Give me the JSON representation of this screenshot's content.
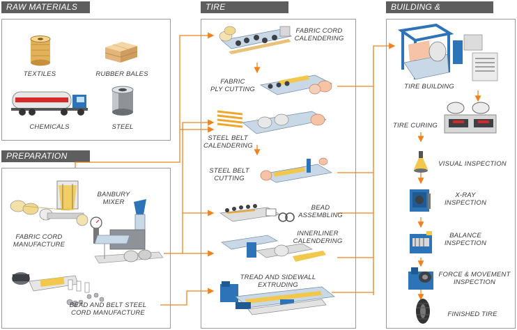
{
  "colors": {
    "accent": "#f0821e",
    "tab_bg": "#5e5e5e",
    "panel_border": "#9a9a9a",
    "machine_blue": "#2c73b8",
    "machine_light": "#c9d8e6",
    "label_text": "#3a3a3a"
  },
  "sections": {
    "raw_materials": {
      "title": "RAW MATERIALS",
      "items": [
        {
          "label": "TEXTILES",
          "icon": "textile-spool-icon"
        },
        {
          "label": "RUBBER BALES",
          "icon": "rubber-bales-icon"
        },
        {
          "label": "CHEMICALS",
          "icon": "tanker-truck-icon"
        },
        {
          "label": "STEEL",
          "icon": "steel-coil-icon"
        }
      ]
    },
    "preparation": {
      "title": "PREPARATION",
      "items": [
        {
          "label": "FABRIC CORD\nMANUFACTURE",
          "icon": "fabric-cord-machine-icon"
        },
        {
          "label": "BANBURY\nMIXER",
          "icon": "banbury-mixer-icon"
        },
        {
          "label": "BEAD AND BELT STEEL\nCORD MANUFACTURE",
          "icon": "steel-cord-machine-icon"
        }
      ]
    },
    "tire_components": {
      "title": "TIRE COMPONENTS",
      "items": [
        {
          "label": "FABRIC CORD\nCALENDERING",
          "icon": "fabric-calender-icon"
        },
        {
          "label": "FABRIC\nPLY CUTTING",
          "icon": "ply-cutter-icon"
        },
        {
          "label": "STEEL BELT\nCALENDERING",
          "icon": "steel-calender-icon"
        },
        {
          "label": "STEEL BELT\nCUTTING",
          "icon": "belt-cutter-icon"
        },
        {
          "label": "BEAD\nASSEMBLING",
          "icon": "bead-assembly-icon"
        },
        {
          "label": "INNERLINER\nCALENDERING",
          "icon": "innerliner-calender-icon"
        },
        {
          "label": "TREAD AND SIDEWALL\nEXTRUDING",
          "icon": "extruder-icon"
        }
      ]
    },
    "building_inspection": {
      "title": "BUILDING & INSPECTION",
      "items": [
        {
          "label": "TIRE BUILDING",
          "icon": "tire-building-machine-icon"
        },
        {
          "label": "TIRE CURING",
          "icon": "curing-press-icon"
        },
        {
          "label": "VISUAL INSPECTION",
          "icon": "visual-inspection-icon"
        },
        {
          "label": "X-RAY\nINSPECTION",
          "icon": "xray-machine-icon"
        },
        {
          "label": "BALANCE\nINSPECTION",
          "icon": "balance-machine-icon"
        },
        {
          "label": "FORCE & MOVEMENT\nINSPECTION",
          "icon": "force-machine-icon"
        },
        {
          "label": "FINISHED TIRE",
          "icon": "tire-icon"
        }
      ]
    }
  }
}
